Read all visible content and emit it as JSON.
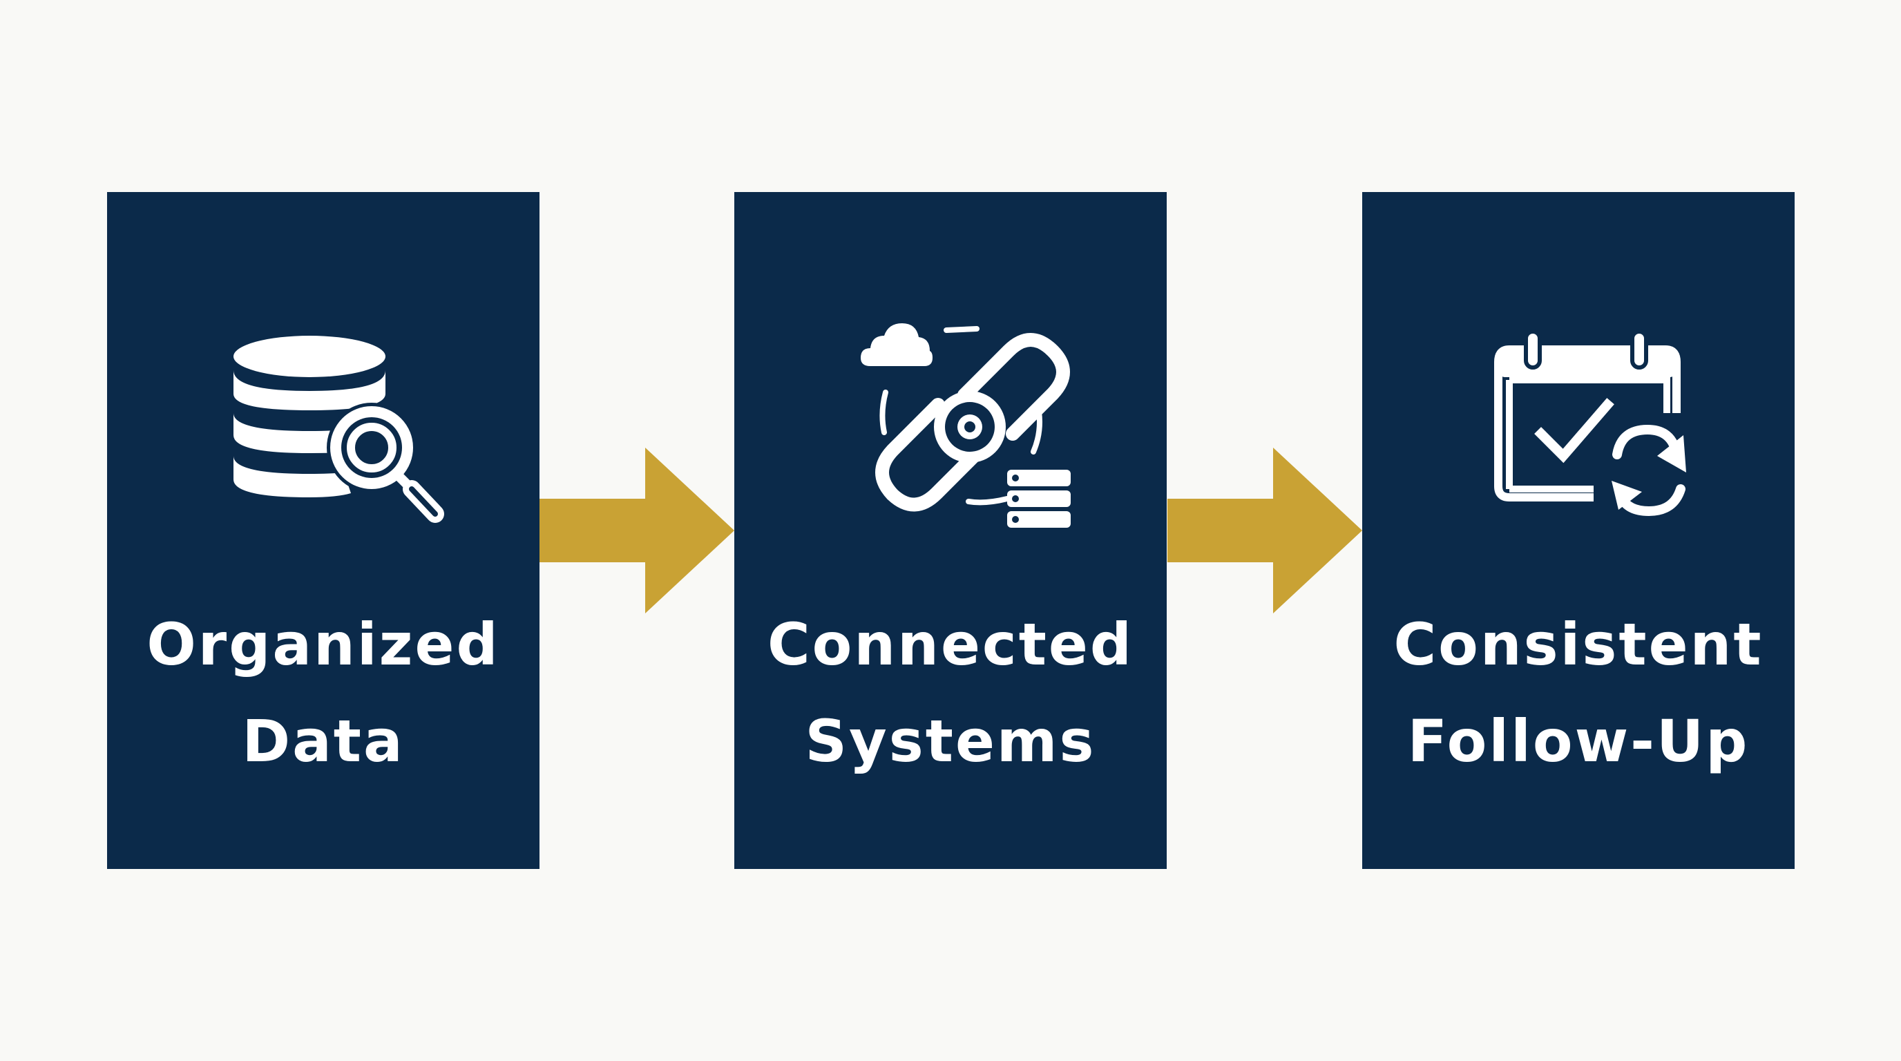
{
  "steps": [
    {
      "icon": "database-search-icon",
      "label_line1": "Organized",
      "label_line2": "Data"
    },
    {
      "icon": "chain-link-integration-icon",
      "label_line1": "Connected",
      "label_line2": "Systems"
    },
    {
      "icon": "calendar-check-sync-icon",
      "label_line1": "Consistent",
      "label_line2": "Follow-Up"
    }
  ],
  "colors": {
    "background": "#f9f9f6",
    "panel": "#0b2a4a",
    "arrow": "#c9a234",
    "text": "#ffffff"
  }
}
